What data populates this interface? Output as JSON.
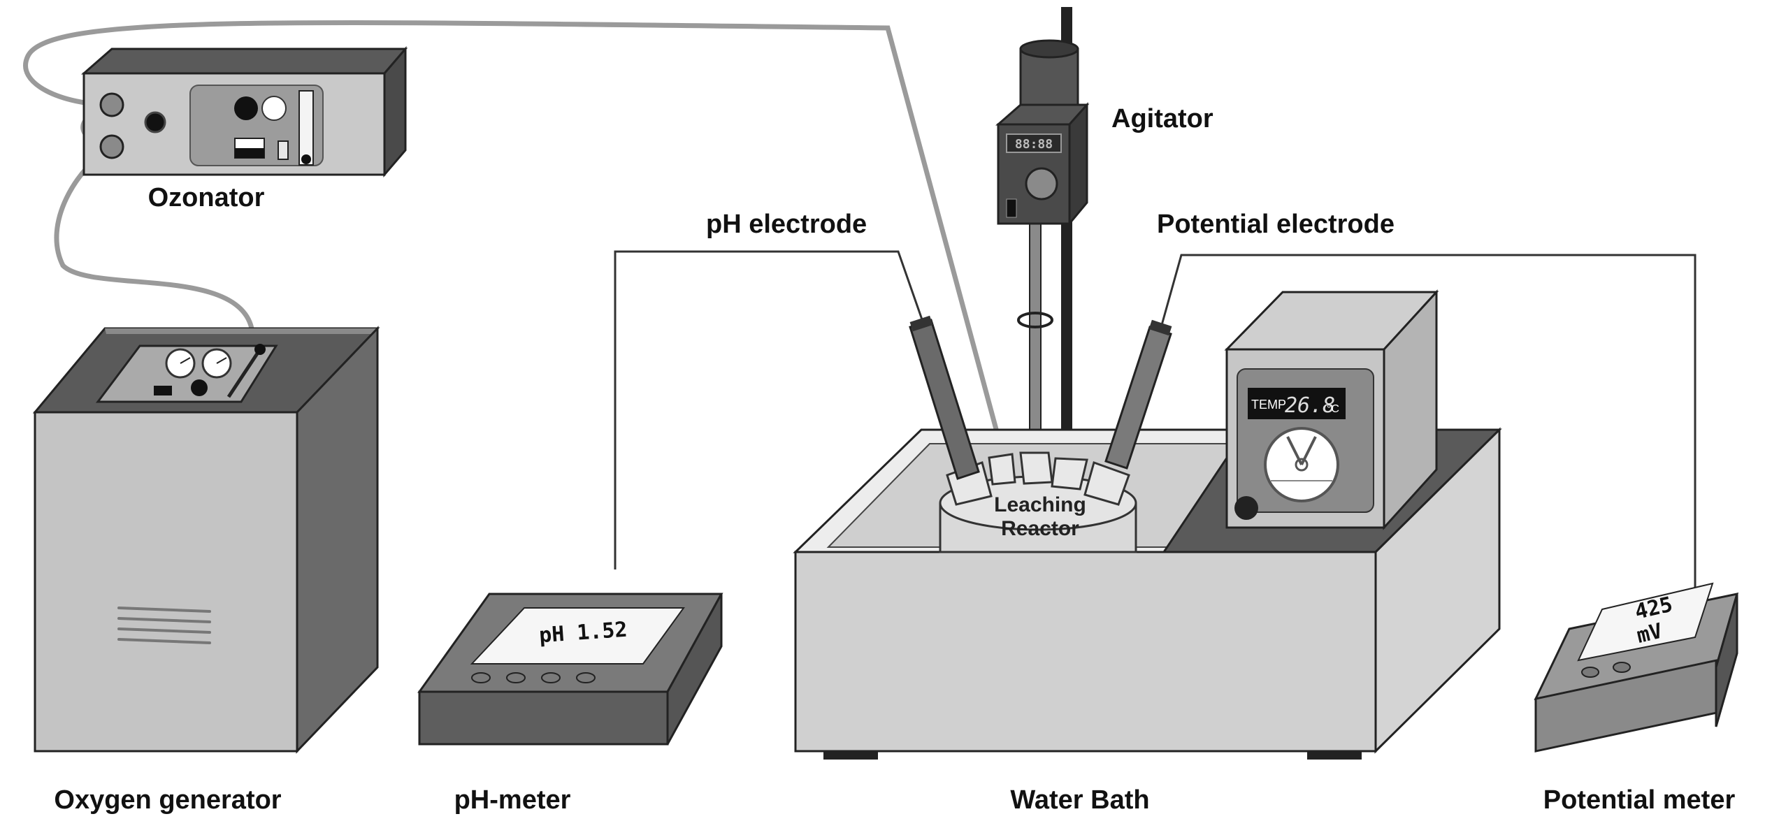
{
  "labels": {
    "ozonator": "Ozonator",
    "agitator": "Agitator",
    "ph_electrode": "pH electrode",
    "potential_electrode": "Potential electrode",
    "oxygen_generator": "Oxygen generator",
    "ph_meter": "pH-meter",
    "water_bath": "Water Bath",
    "potential_meter": "Potential meter",
    "reactor_line1": "Leaching",
    "reactor_line2": "Reactor"
  },
  "displays": {
    "ph_reading": "pH 1.52",
    "potential_value": "425",
    "potential_unit": "mV",
    "temp_label": "TEMP",
    "temp_value": "26.8",
    "temp_unit": "°C",
    "agitator_display": "88:88"
  },
  "colors": {
    "dark": "#3a3a3a",
    "mid": "#8c8c8c",
    "light": "#c8c8c8",
    "lighter": "#e2e2e2",
    "tube": "#9a9a9a"
  }
}
